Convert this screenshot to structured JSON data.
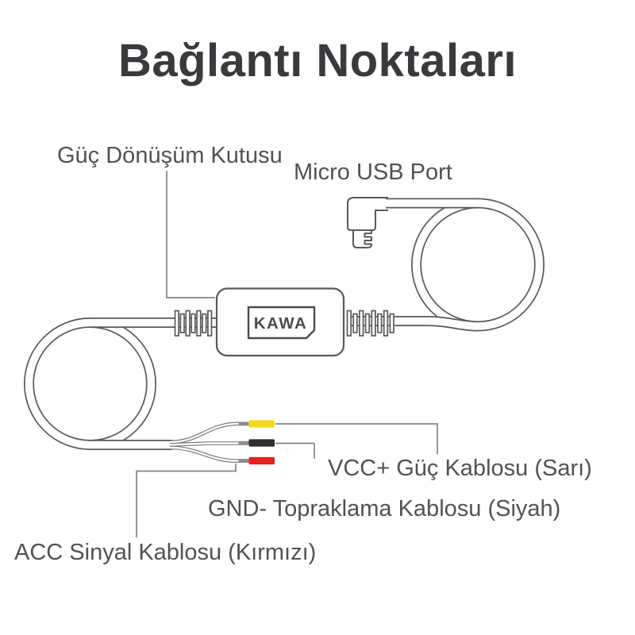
{
  "title": "Bağlantı Noktaları",
  "labels": {
    "power_box": "Güç Dönüşüm Kutusu",
    "micro_usb": "Micro USB Port",
    "vcc_wire": "VCC+ Güç Kablosu (Sarı)",
    "gnd_wire": "GND- Topraklama Kablosu (Siyah)",
    "acc_wire": "ACC Sinyal Kablosu (Kırmızı)"
  },
  "device": {
    "brand": "KAWA"
  },
  "colors": {
    "wire_yellow": "#F6D71B",
    "wire_black": "#2E2E30",
    "wire_red": "#E8211D",
    "ferrule_gray": "#8A8B8F",
    "outline": "#58595B",
    "leader": "#828387",
    "title_text": "#3A3A3E",
    "label_text": "#515256"
  }
}
